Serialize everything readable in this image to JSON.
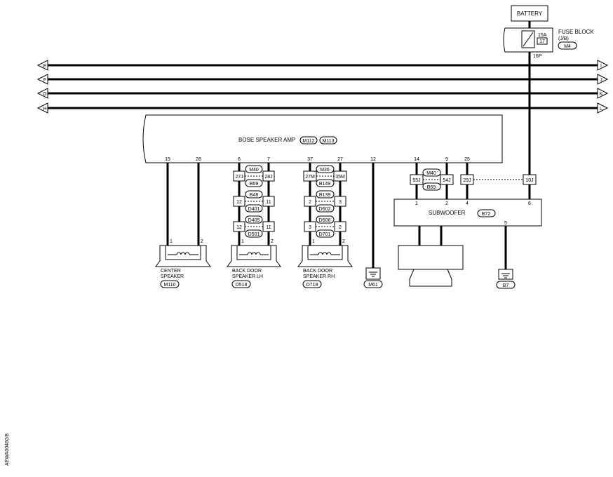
{
  "battery": {
    "label": "BATTERY"
  },
  "fuse_block": {
    "label": "FUSE BLOCK",
    "sub": "(J/B)",
    "connector": "M4",
    "amp": "15A",
    "fuse_no": "17",
    "terminal": "16P"
  },
  "bus": {
    "left": [
      "E",
      "F",
      "G",
      "H"
    ],
    "right": [
      "I",
      "J",
      "K",
      "L"
    ]
  },
  "amp": {
    "label": "BOSE SPEAKER AMP",
    "connectors": [
      "M112",
      "M113"
    ],
    "pins": [
      "15",
      "28",
      "6",
      "7",
      "37",
      "27",
      "12",
      "14",
      "9",
      "25"
    ]
  },
  "lh_joints": {
    "row1": {
      "left": "27J",
      "right": "28J",
      "conn_top": "M40",
      "conn_bottom": "B69"
    },
    "row2": {
      "left": "12",
      "right": "11",
      "conn_top": "B48",
      "conn_bottom": "D401"
    },
    "row3": {
      "left": "12",
      "right": "11",
      "conn_top": "D405",
      "conn_bottom": "D501"
    }
  },
  "rh_joints": {
    "row1": {
      "left": "27M",
      "right": "35M",
      "conn_top": "M36",
      "conn_bottom": "B149"
    },
    "row2": {
      "left": "2",
      "right": "3",
      "conn_top": "B139",
      "conn_bottom": "D602"
    },
    "row3": {
      "left": "3",
      "right": "2",
      "conn_top": "D606",
      "conn_bottom": "D701"
    }
  },
  "sub_joints": {
    "j1": "55J",
    "j2": "54J",
    "j3": "29J",
    "j4": "10J",
    "conn_top": "M40",
    "conn_bottom": "B69"
  },
  "center_speaker": {
    "line1": "CENTER",
    "line2": "SPEAKER",
    "connector": "M110",
    "pin1": "1",
    "pin2": "2"
  },
  "back_lh": {
    "line1": "BACK DOOR",
    "line2": "SPEAKER LH",
    "connector": "D518",
    "pin1": "1",
    "pin2": "2"
  },
  "back_rh": {
    "line1": "BACK DOOR",
    "line2": "SPEAKER RH",
    "connector": "D718",
    "pin1": "1",
    "pin2": "2"
  },
  "ground_m": {
    "connector": "M61"
  },
  "subwoofer": {
    "label": "SUBWOOFER",
    "connector": "B72",
    "pins": [
      "1",
      "2",
      "4",
      "6",
      "5"
    ]
  },
  "ground_b": {
    "connector": "B7"
  },
  "diagram_code": "AEWA0046GB"
}
